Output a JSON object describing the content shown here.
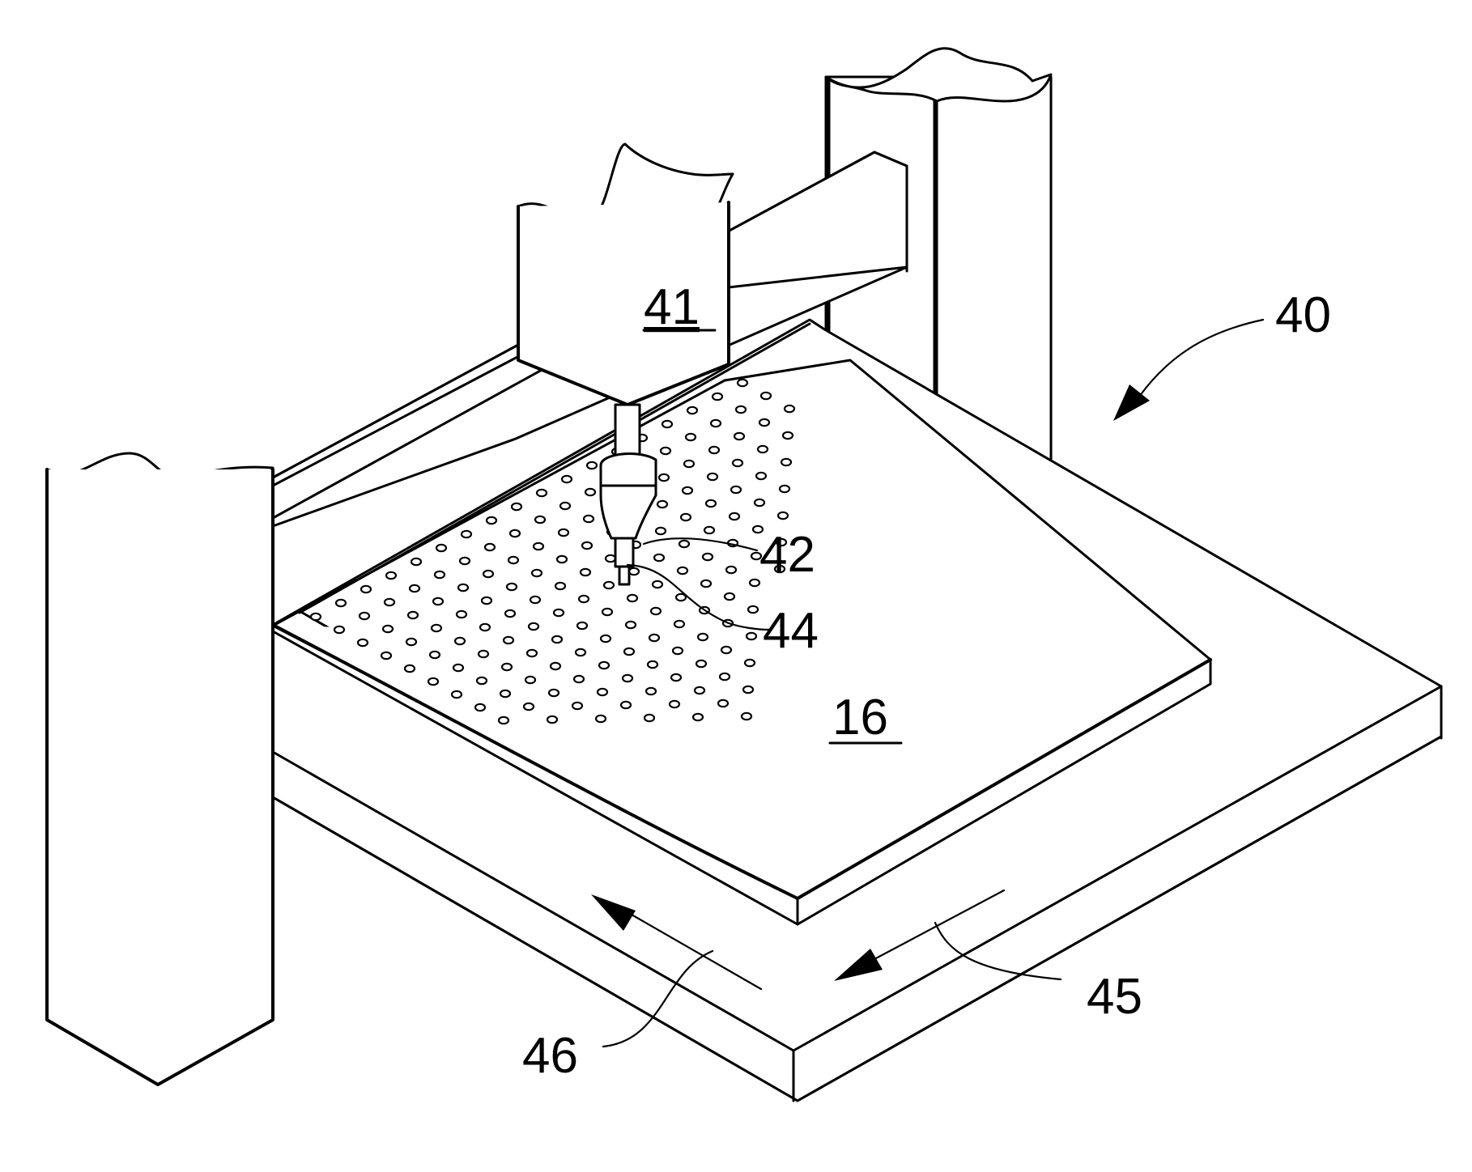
{
  "labels": {
    "apparatus": "40",
    "dispense_head": "41",
    "nozzle": "42",
    "tip": "44",
    "substrate": "16",
    "direction_a": "45",
    "direction_b": "46"
  }
}
